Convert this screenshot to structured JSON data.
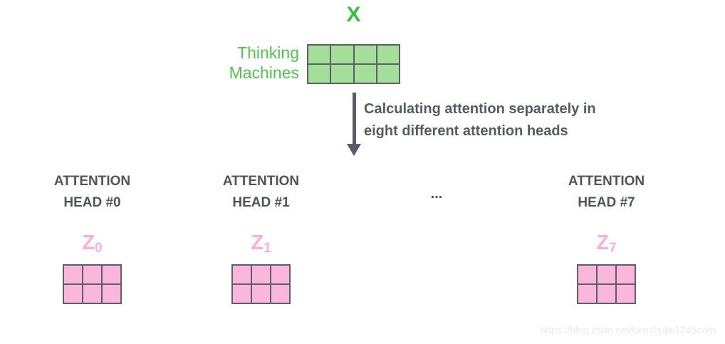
{
  "colors": {
    "x_label_green": "#3DBE3D",
    "row_label_green": "#4EC44E",
    "input_matrix_fill": "#A5E09B",
    "head_matrix_fill": "#FBB7DB",
    "z_label_pink": "#FBAEDB",
    "matrix_border": "#5A6065",
    "heading_text": "#4E545C",
    "arrow_gray": "#565D66",
    "watermark_gray": "#EAEAEA"
  },
  "input": {
    "label": "X",
    "row_labels": [
      "Thinking",
      "Machines"
    ],
    "matrix": {
      "rows": 2,
      "cols": 4,
      "fill": "#A5E09B",
      "border": "#5A6065"
    }
  },
  "arrow": {
    "caption_line1": "Calculating attention separately in",
    "caption_line2": "eight different attention heads"
  },
  "heads": [
    {
      "title_line1": "ATTENTION",
      "title_line2": "HEAD #0",
      "z_base": "Z",
      "z_sub": "0",
      "matrix": {
        "rows": 2,
        "cols": 3,
        "fill": "#FBB7DB",
        "border": "#5A6065"
      }
    },
    {
      "title_line1": "ATTENTION",
      "title_line2": "HEAD #1",
      "z_base": "Z",
      "z_sub": "1",
      "matrix": {
        "rows": 2,
        "cols": 3,
        "fill": "#FBB7DB",
        "border": "#5A6065"
      }
    },
    {
      "title_line1": "ATTENTION",
      "title_line2": "HEAD #7",
      "z_base": "Z",
      "z_sub": "7",
      "matrix": {
        "rows": 2,
        "cols": 3,
        "fill": "#FBB7DB",
        "border": "#5A6065"
      }
    }
  ],
  "heads_ellipsis": "...",
  "watermark": "https://blog.csdn.net/benzhujie1245com"
}
